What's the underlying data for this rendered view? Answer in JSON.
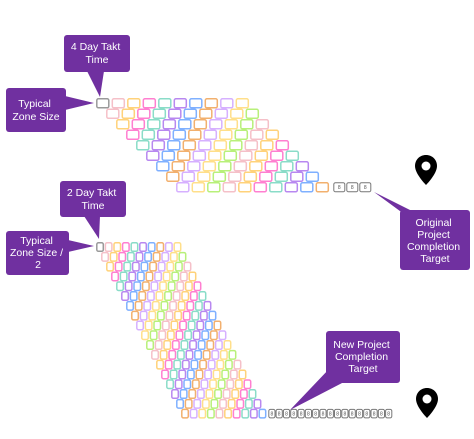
{
  "callouts": {
    "takt_4_day": {
      "lines": [
        "4 Day Takt",
        "Time"
      ]
    },
    "typical_zone_size": {
      "lines": [
        "Typical",
        "Zone Size"
      ]
    },
    "original_target": {
      "lines": [
        "Original",
        "Project",
        "Completion",
        "Target"
      ]
    },
    "takt_2_day": {
      "lines": [
        "2 Day Takt",
        "Time"
      ]
    },
    "half_zone_size": {
      "lines": [
        "Typical",
        "Zone Size /",
        "2"
      ]
    },
    "new_target": {
      "lines": [
        "New Project",
        "Completion",
        "Target"
      ]
    }
  },
  "schedules": {
    "four_day": {
      "rows": 9,
      "zones_per_row": 10,
      "grey_badges": 3
    },
    "two_day": {
      "rows": 18,
      "zones_per_row": 10,
      "grey_badges": 17
    }
  },
  "badge_label": "8",
  "colors": {
    "callout": "#7030a0",
    "trades": [
      "#b8f07a",
      "#f5c0c8",
      "#ffd27a",
      "#ff7fd0",
      "#8adcc8",
      "#b888f0",
      "#7fb0ff",
      "#f2b06e",
      "#d6b0ff",
      "#ffdf8a"
    ],
    "first_zone": "#9a9a9a",
    "badge_border": "#777777",
    "pin": "#000000"
  },
  "icons": [
    "map-pin-icon"
  ]
}
